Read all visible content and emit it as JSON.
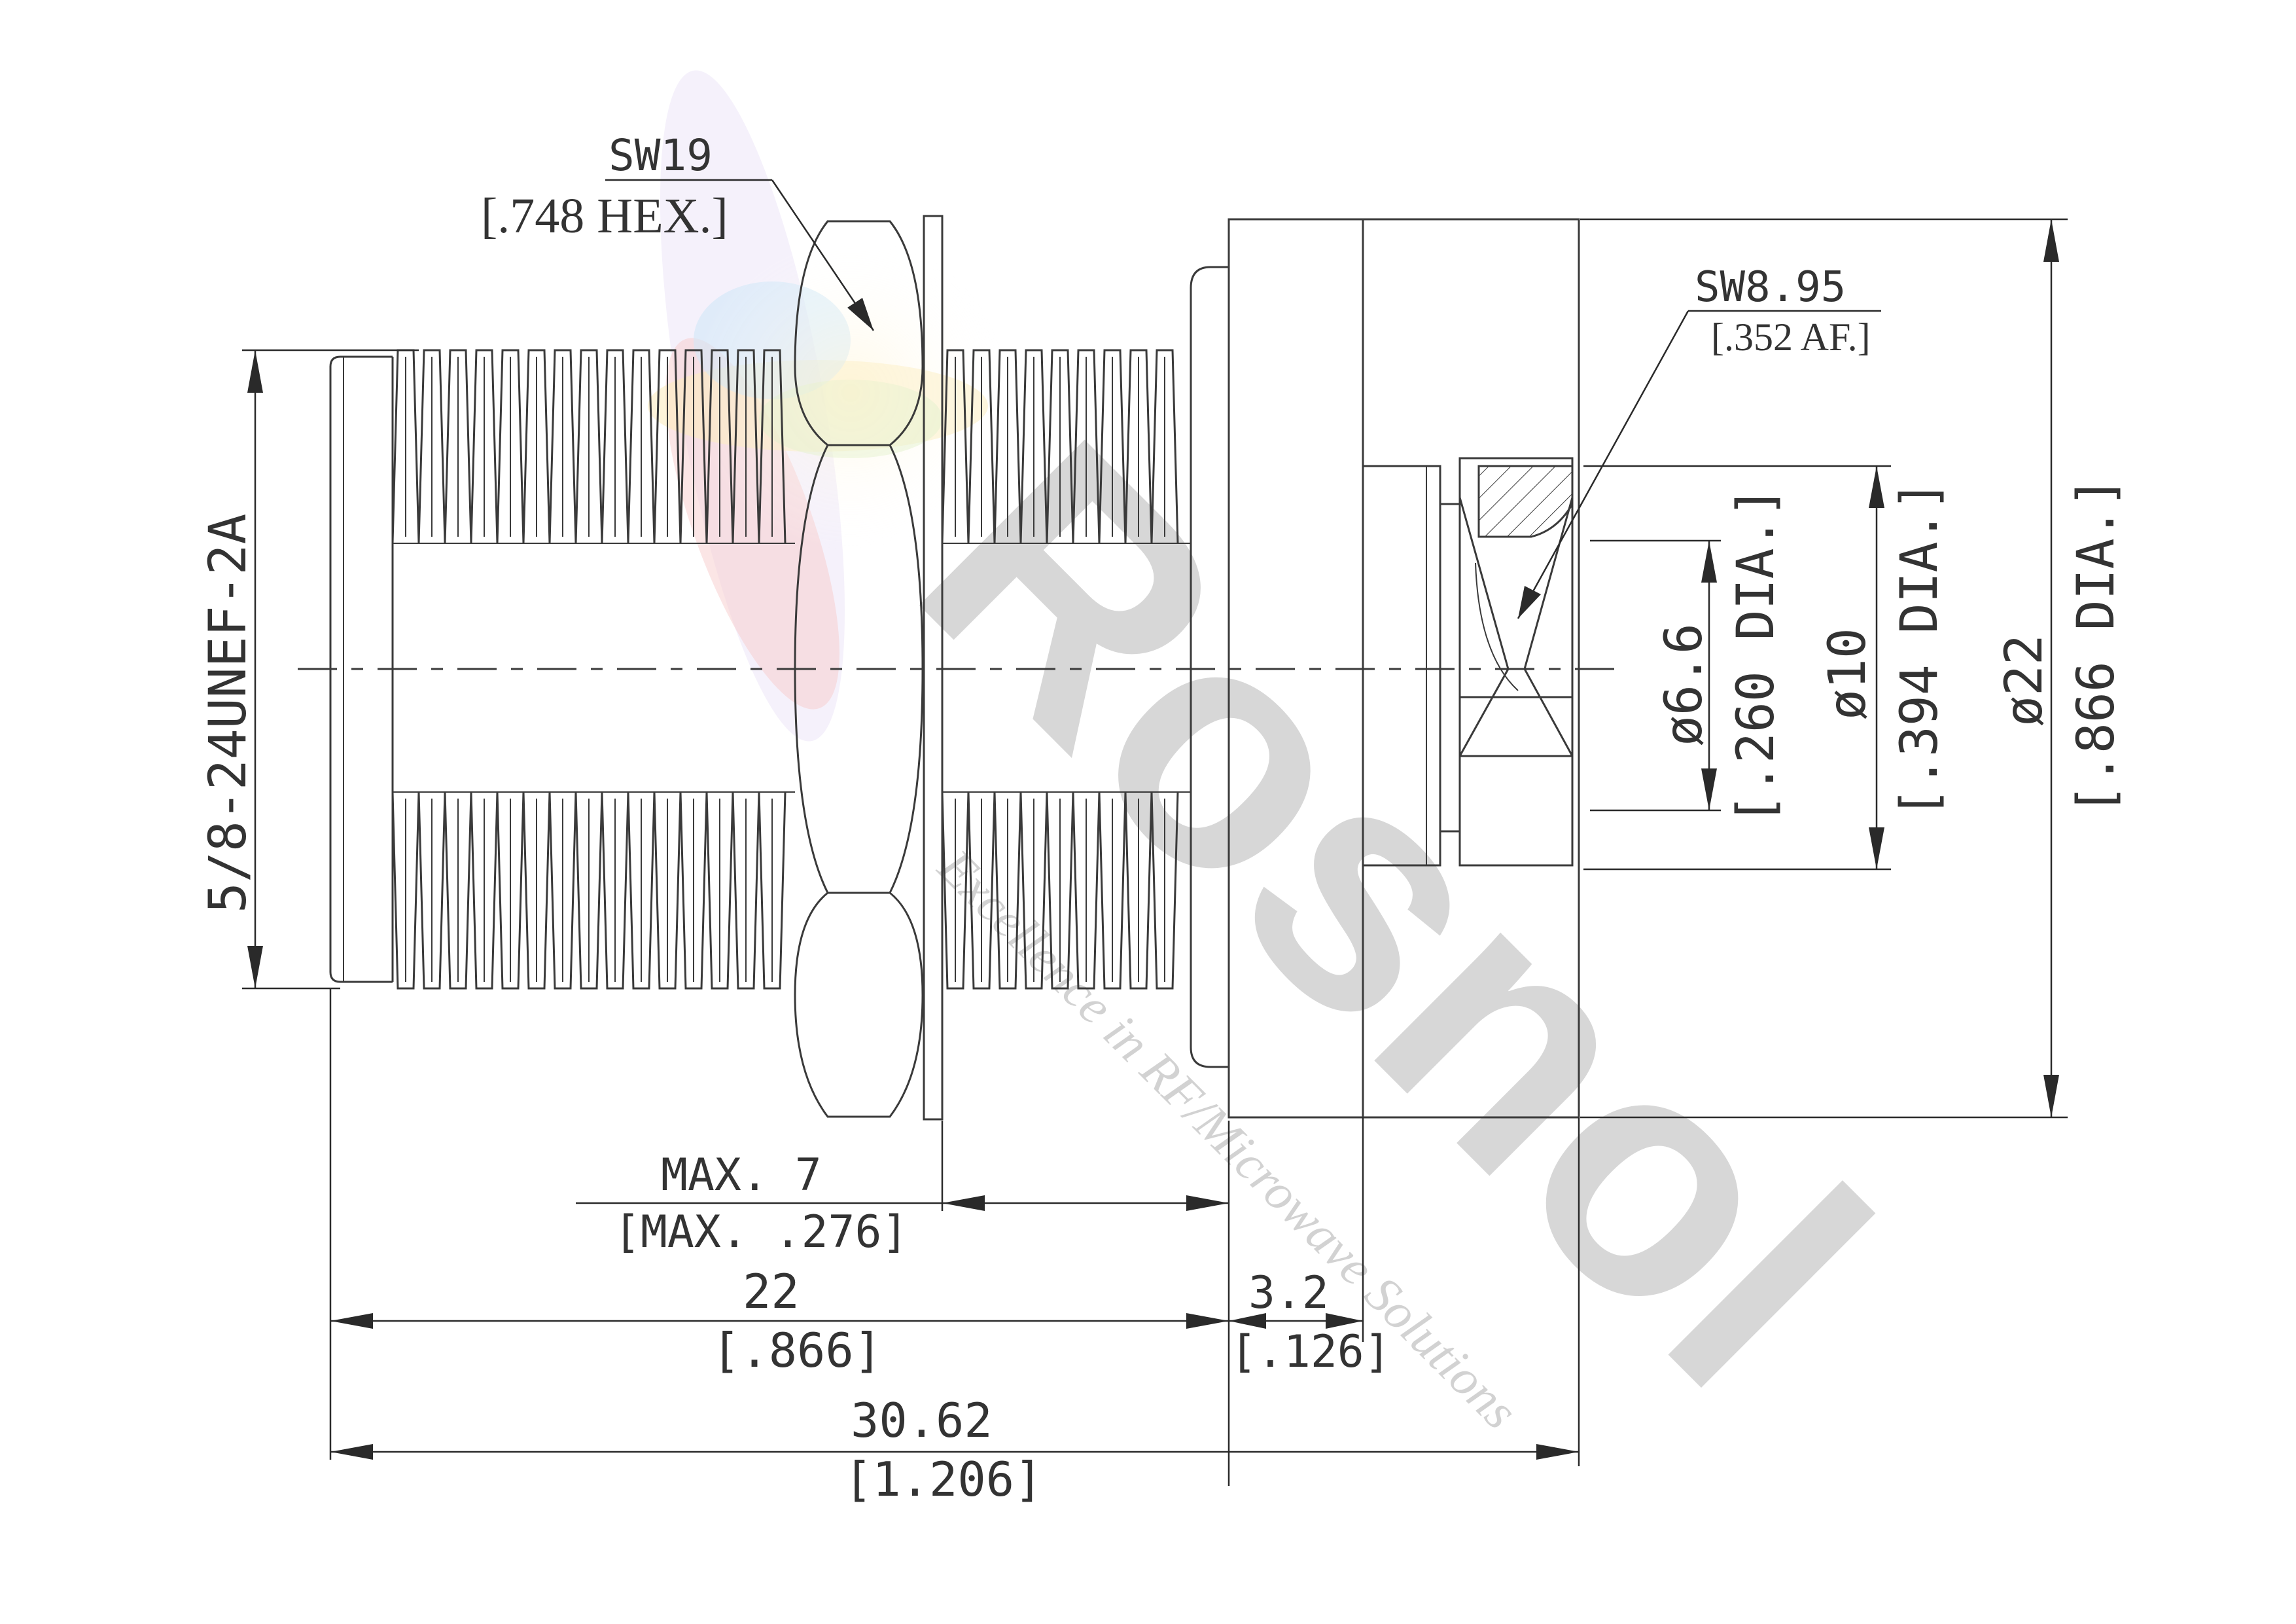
{
  "labels": {
    "hex_nut": "SW19",
    "hex_nut_in": "[.748 HEX.]",
    "flat": "SW8.95",
    "flat_in": "[.352 AF.]",
    "thread": "5/8-24UNEF-2A",
    "dia_inner": "ø6.6",
    "dia_inner_in": "[.260 DIA.]",
    "dia_mid": "ø10",
    "dia_mid_in": "[.394 DIA.]",
    "dia_outer": "ø22",
    "dia_outer_in": "[.866 DIA.]",
    "panel": "MAX. 7",
    "panel_in": "[MAX. .276]",
    "len_body": "22",
    "len_body_in": "[.866]",
    "flange": "3.2",
    "flange_in": "[.126]",
    "len_total": "30.62",
    "len_total_in": "[1.206]"
  },
  "watermark": {
    "brand": "Rosnol",
    "tagline": "Excellence in RF/Microwave Solutions",
    "colors": [
      "#e63a3a",
      "#f5c242",
      "#8fcf5a",
      "#3a8fd6",
      "#7a4fb0"
    ]
  }
}
